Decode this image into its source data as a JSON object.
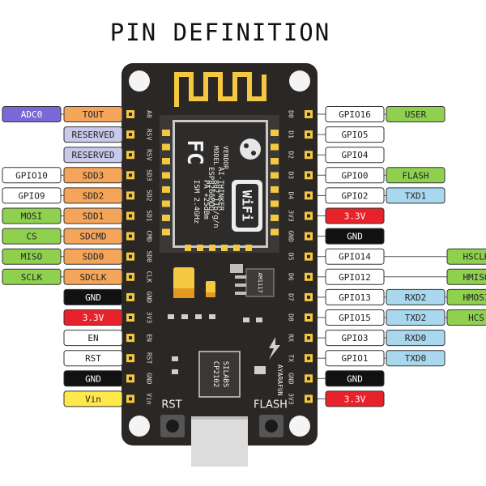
{
  "title": "PIN DEFINITION",
  "colors": {
    "board": "#2a2725",
    "module": "#3b3937",
    "pad": "#f5c842",
    "gray": "#c7c7c7",
    "white": "#ffffff",
    "blue": "#a9d8ee",
    "green": "#8fd14f",
    "orange": "#f5a55a",
    "yellow": "#ffe94a",
    "purple": "#7b68d6",
    "lavender": "#c9c9ec",
    "red": "#e8222a",
    "black": "#111111"
  },
  "left_pins": [
    {
      "pin": "A0",
      "labels": [
        {
          "text": "TOUT",
          "color": "orange"
        },
        {
          "text": "ADC0",
          "color": "purple"
        }
      ]
    },
    {
      "pin": "RSV",
      "labels": [
        {
          "text": "RESERVED",
          "color": "lavender"
        }
      ]
    },
    {
      "pin": "RSV",
      "labels": [
        {
          "text": "RESERVED",
          "color": "lavender"
        }
      ]
    },
    {
      "pin": "SD3",
      "labels": [
        {
          "text": "SDD3",
          "color": "orange"
        },
        {
          "text": "GPIO10",
          "color": "white"
        }
      ]
    },
    {
      "pin": "SD2",
      "labels": [
        {
          "text": "SDD2",
          "color": "orange"
        },
        {
          "text": "GPIO9",
          "color": "white"
        }
      ]
    },
    {
      "pin": "SD1",
      "labels": [
        {
          "text": "SDD1",
          "color": "orange"
        },
        {
          "text": "MOSI",
          "color": "green"
        }
      ]
    },
    {
      "pin": "CMD",
      "labels": [
        {
          "text": "SDCMD",
          "color": "orange"
        },
        {
          "text": "CS",
          "color": "green"
        }
      ]
    },
    {
      "pin": "SD0",
      "labels": [
        {
          "text": "SDD0",
          "color": "orange"
        },
        {
          "text": "MISO",
          "color": "green"
        }
      ]
    },
    {
      "pin": "CLK",
      "labels": [
        {
          "text": "SDCLK",
          "color": "orange"
        },
        {
          "text": "SCLK",
          "color": "green"
        }
      ]
    },
    {
      "pin": "GND",
      "labels": [
        {
          "text": "GND",
          "color": "black"
        }
      ]
    },
    {
      "pin": "3V3",
      "labels": [
        {
          "text": "3.3V",
          "color": "red"
        }
      ]
    },
    {
      "pin": "EN",
      "labels": [
        {
          "text": "EN",
          "color": "white"
        }
      ]
    },
    {
      "pin": "RST",
      "labels": [
        {
          "text": "RST",
          "color": "white"
        }
      ]
    },
    {
      "pin": "GND",
      "labels": [
        {
          "text": "GND",
          "color": "black"
        }
      ]
    },
    {
      "pin": "Vin",
      "labels": [
        {
          "text": "Vin",
          "color": "yellow"
        }
      ]
    }
  ],
  "right_pins": [
    {
      "pin": "D0",
      "labels": [
        {
          "text": "GPIO16",
          "color": "white"
        },
        {
          "text": "USER",
          "color": "green"
        }
      ]
    },
    {
      "pin": "D1",
      "labels": [
        {
          "text": "GPIO5",
          "color": "white"
        }
      ]
    },
    {
      "pin": "D2",
      "labels": [
        {
          "text": "GPIO4",
          "color": "white"
        }
      ]
    },
    {
      "pin": "D3",
      "labels": [
        {
          "text": "GPIO0",
          "color": "white"
        },
        {
          "text": "FLASH",
          "color": "green"
        }
      ]
    },
    {
      "pin": "D4",
      "labels": [
        {
          "text": "GPIO2",
          "color": "white"
        },
        {
          "text": "TXD1",
          "color": "blue"
        }
      ]
    },
    {
      "pin": "3V3",
      "labels": [
        {
          "text": "3.3V",
          "color": "red"
        }
      ]
    },
    {
      "pin": "GND",
      "labels": [
        {
          "text": "GND",
          "color": "black"
        }
      ]
    },
    {
      "pin": "D5",
      "labels": [
        {
          "text": "GPIO14",
          "color": "white"
        },
        {
          "text": "",
          "color": "none"
        },
        {
          "text": "HSCLK",
          "color": "green"
        }
      ]
    },
    {
      "pin": "D6",
      "labels": [
        {
          "text": "GPIO12",
          "color": "white"
        },
        {
          "text": "",
          "color": "none"
        },
        {
          "text": "HMISO",
          "color": "green"
        }
      ]
    },
    {
      "pin": "D7",
      "labels": [
        {
          "text": "GPIO13",
          "color": "white"
        },
        {
          "text": "RXD2",
          "color": "blue"
        },
        {
          "text": "HMOSI",
          "color": "green"
        }
      ]
    },
    {
      "pin": "D8",
      "labels": [
        {
          "text": "GPIO15",
          "color": "white"
        },
        {
          "text": "TXD2",
          "color": "blue"
        },
        {
          "text": "HCS",
          "color": "green"
        }
      ]
    },
    {
      "pin": "RX",
      "labels": [
        {
          "text": "GPIO3",
          "color": "white"
        },
        {
          "text": "RXD0",
          "color": "blue"
        }
      ]
    },
    {
      "pin": "TX",
      "labels": [
        {
          "text": "GPIO1",
          "color": "white"
        },
        {
          "text": "TXD0",
          "color": "blue"
        }
      ]
    },
    {
      "pin": "GND",
      "labels": [
        {
          "text": "GND",
          "color": "black"
        }
      ]
    },
    {
      "pin": "3V3",
      "labels": [
        {
          "text": "3.3V",
          "color": "red"
        }
      ]
    }
  ],
  "module": {
    "model_label": "MODEL",
    "vendor_label": "VENDOR",
    "model": "ESP8266MOD",
    "vendor": "AI-THINKER",
    "spec1": "ISM 2.4GHz",
    "spec2": "PA +25dBm",
    "spec3": "802.11b/g/n",
    "fcc": "FC",
    "wifi": "WiFi"
  },
  "regulator": "AM1117",
  "usb_chip": {
    "line1": "SILABS",
    "line2": "CP2102"
  },
  "brand": "AYARAFUN",
  "buttons": {
    "rst": "RST",
    "flash": "FLASH"
  }
}
